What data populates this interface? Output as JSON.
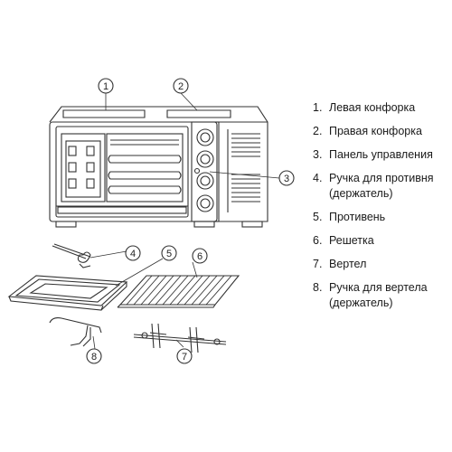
{
  "callouts": [
    "1",
    "2",
    "3",
    "4",
    "5",
    "6",
    "7",
    "8"
  ],
  "legend": [
    {
      "num": "1.",
      "text": "Левая конфорка"
    },
    {
      "num": "2.",
      "text": "Правая конфорка"
    },
    {
      "num": "3.",
      "text": "Панель управления"
    },
    {
      "num": "4.",
      "text": "Ручка для противня (держатель)"
    },
    {
      "num": "5.",
      "text": "Противень"
    },
    {
      "num": "6.",
      "text": "Решетка"
    },
    {
      "num": "7.",
      "text": "Вертел"
    },
    {
      "num": "8.",
      "text": "Ручка для вертела (держатель)"
    }
  ]
}
